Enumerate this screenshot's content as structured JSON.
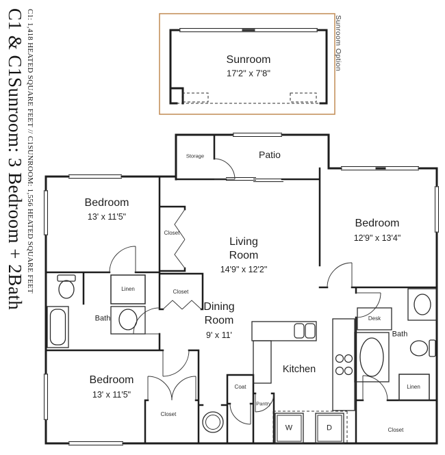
{
  "sidebar": {
    "title": "C1 & C1Sunroom: 3 Bedroom + 2Bath",
    "subtitle": "C1: 1,418 HEATED SQUARE FEET // C1SUNROOM: 1,556 HEATED SQUARE FEET"
  },
  "sunroom_option": {
    "label": "Sunroom Option",
    "name": "Sunroom",
    "dims": "17'2\" x 7'8\""
  },
  "rooms": {
    "patio": {
      "name": "Patio"
    },
    "storage": {
      "name": "Storage"
    },
    "bedroom_top_left": {
      "name": "Bedroom",
      "dims": "13' x 11'5\""
    },
    "bedroom_top_right": {
      "name": "Bedroom",
      "dims": "12'9\" x 13'4\""
    },
    "bedroom_bottom_left": {
      "name": "Bedroom",
      "dims": "13' x 11'5\""
    },
    "living_room": {
      "line1": "Living",
      "line2": "Room",
      "dims": "14'9\" x 12'2\""
    },
    "dining_room": {
      "line1": "Dining",
      "line2": "Room",
      "dims": "9' x 11'"
    },
    "kitchen": {
      "name": "Kitchen"
    },
    "bath_left": {
      "name": "Bath"
    },
    "bath_right": {
      "name": "Bath"
    },
    "closet_top_left": {
      "name": "Closet"
    },
    "closet_hall": {
      "name": "Closet"
    },
    "closet_bottom_left": {
      "name": "Closet"
    },
    "closet_bottom_right": {
      "name": "Closet"
    },
    "linen_left": {
      "name": "Linen"
    },
    "linen_right": {
      "name": "Linen"
    },
    "desk": {
      "name": "Desk"
    },
    "coat": {
      "name": "Coat"
    },
    "pantry": {
      "name": "Pantry"
    },
    "washer": {
      "label": "W"
    },
    "dryer": {
      "label": "D"
    }
  },
  "colors": {
    "wall": "#1d1d1d",
    "sunroom_outline": "#c08a52",
    "text": "#1e1e1e"
  }
}
